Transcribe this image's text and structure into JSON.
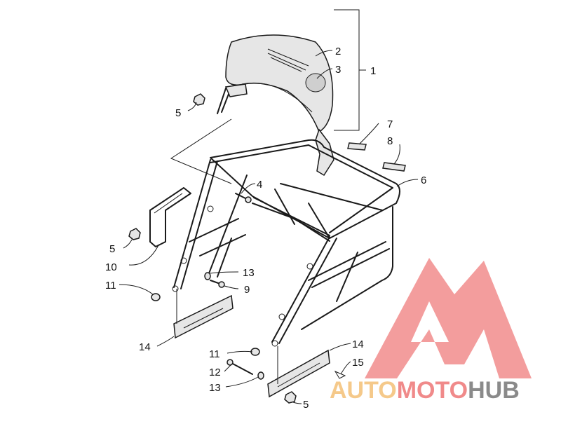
{
  "callouts": [
    {
      "id": "c1",
      "label": "1"
    },
    {
      "id": "c2",
      "label": "2"
    },
    {
      "id": "c3",
      "label": "3"
    },
    {
      "id": "c4",
      "label": "4"
    },
    {
      "id": "c5a",
      "label": "5"
    },
    {
      "id": "c5b",
      "label": "5"
    },
    {
      "id": "c5c",
      "label": "5"
    },
    {
      "id": "c6",
      "label": "6"
    },
    {
      "id": "c7",
      "label": "7"
    },
    {
      "id": "c8",
      "label": "8"
    },
    {
      "id": "c9",
      "label": "9"
    },
    {
      "id": "c10",
      "label": "10"
    },
    {
      "id": "c11a",
      "label": "11"
    },
    {
      "id": "c11b",
      "label": "11"
    },
    {
      "id": "c12",
      "label": "12"
    },
    {
      "id": "c13a",
      "label": "13"
    },
    {
      "id": "c13b",
      "label": "13"
    },
    {
      "id": "c14a",
      "label": "14"
    },
    {
      "id": "c14b",
      "label": "14"
    },
    {
      "id": "c15",
      "label": "15"
    }
  ],
  "watermark": {
    "part1": "AUTO",
    "part2": "MOTO",
    "part3": "HUB",
    "color_auto": "#f5c98a",
    "color_moto": "#f08a8a",
    "color_hub": "#8a8a8a",
    "logo_color": "#f08080"
  }
}
